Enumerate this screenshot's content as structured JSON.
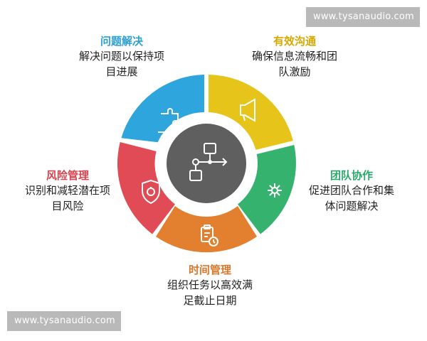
{
  "watermark": {
    "top": "www.tysanaudio.com",
    "bottom": "www.tysanaudio.com"
  },
  "segments": {
    "problem": {
      "title": "问题解决",
      "desc_line1": "解决问题以保持项",
      "desc_line2": "目进展",
      "color": "#2ea6dd",
      "icon": "puzzle-hand-icon"
    },
    "communication": {
      "title": "有效沟通",
      "desc_line1": "确保信息流畅和团",
      "desc_line2": "队激励",
      "color": "#e6c419",
      "icon": "megaphone-icon"
    },
    "team": {
      "title": "团队协作",
      "desc_line1": "促进团队合作和集",
      "desc_line2": "体问题解决",
      "color": "#35b36e",
      "icon": "network-icon"
    },
    "time": {
      "title": "时间管理",
      "desc_line1": "组织任务以高效满",
      "desc_line2": "足截止日期",
      "color": "#e3802f",
      "icon": "clipboard-clock-icon"
    },
    "risk": {
      "title": "风险管理",
      "desc_line1": "识别和减轻潜在项",
      "desc_line2": "目风险",
      "color": "#e04b55",
      "icon": "shield-icon"
    }
  },
  "center": {
    "icon": "flowchart-icon",
    "color": "#5f5f5f"
  }
}
